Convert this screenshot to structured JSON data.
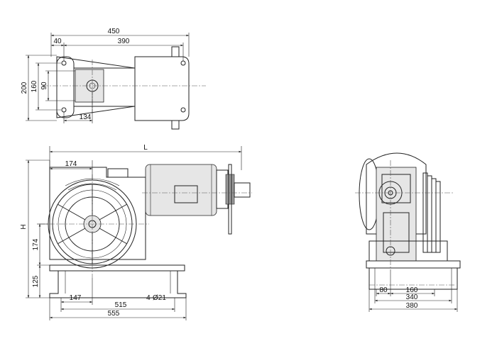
{
  "top_view": {
    "overall_width": "450",
    "bolt_offset": "40",
    "bolt_span": "390",
    "overall_depth": "200",
    "bolt_depth": "160",
    "inner_depth": "90",
    "center_offset": "134"
  },
  "front_view": {
    "length_label": "L",
    "height_label": "H",
    "sheave_offset": "174",
    "sheave_height": "174",
    "base_height": "125",
    "base_hole_offset": "147",
    "hole_spec": "4-Ø21",
    "base_bolt_span": "515",
    "base_length": "555"
  },
  "side_view": {
    "dim_80": "80",
    "dim_160": "160",
    "dim_340": "340",
    "dim_380": "380"
  }
}
